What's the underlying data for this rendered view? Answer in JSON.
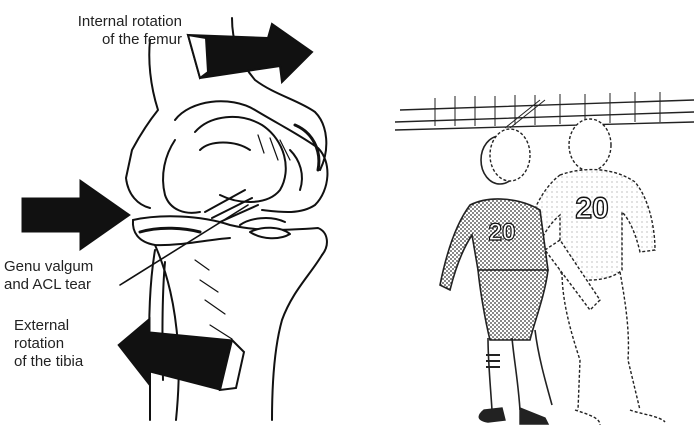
{
  "labels": {
    "femur": [
      "Internal rotation",
      "of the femur"
    ],
    "valgum": [
      "Genu valgum",
      "and ACL tear"
    ],
    "tibia": [
      "External",
      "rotation",
      "of the tibia"
    ]
  },
  "players": {
    "front_number": "20",
    "back_number": "20"
  },
  "colors": {
    "ink": "#111111",
    "background": "#ffffff"
  },
  "icons": [
    "arrow-right-icon",
    "arrow-left-icon"
  ]
}
